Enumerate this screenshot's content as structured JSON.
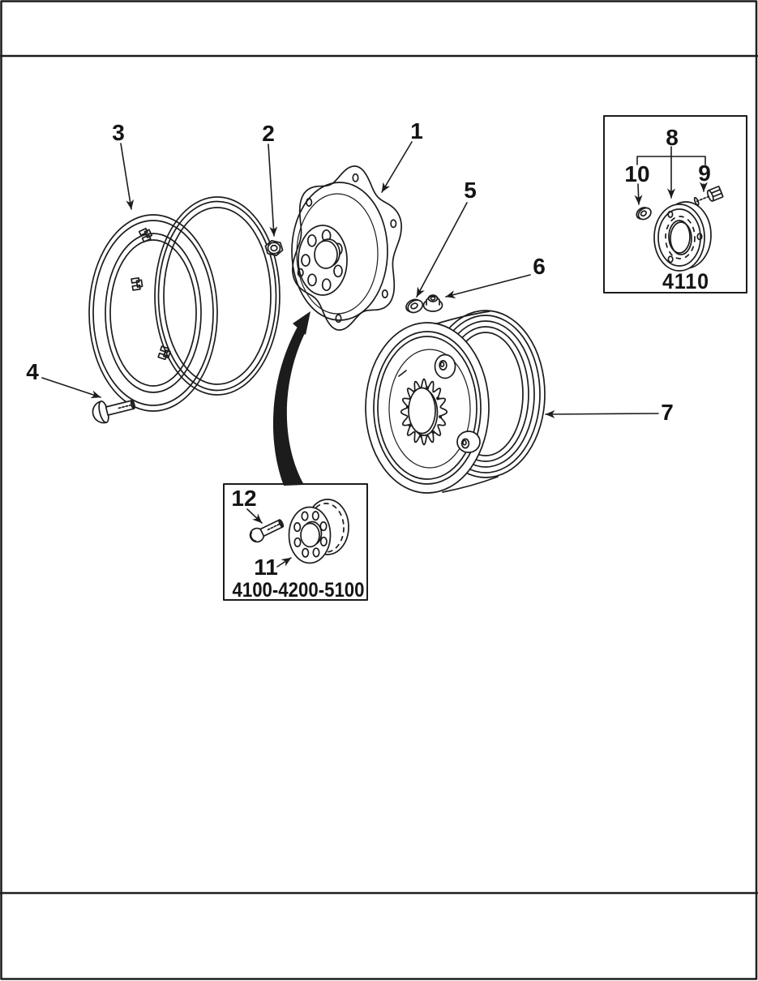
{
  "figure": {
    "ink": "#1c1c1c",
    "callouts": [
      {
        "label": "1"
      },
      {
        "label": "2"
      },
      {
        "label": "3"
      },
      {
        "label": "4"
      },
      {
        "label": "5"
      },
      {
        "label": "6"
      },
      {
        "label": "7"
      },
      {
        "label": "8"
      },
      {
        "label": "9"
      },
      {
        "label": "10"
      },
      {
        "label": "11"
      },
      {
        "label": "12"
      }
    ],
    "insets": [
      {
        "caption": "4110"
      },
      {
        "caption": "4100-4200-5100"
      }
    ]
  }
}
